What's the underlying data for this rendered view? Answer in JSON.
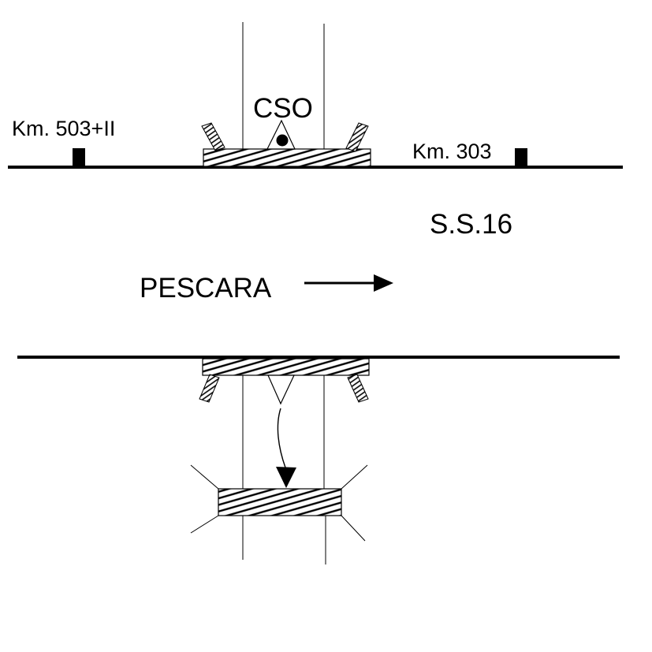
{
  "labels": {
    "station": "CSO",
    "km_left": "Km. 503+II",
    "km_right": "Km. 303",
    "road": "S.S.16",
    "direction": "PESCARA"
  },
  "colors": {
    "ink": "#000000",
    "paper": "#ffffff"
  }
}
